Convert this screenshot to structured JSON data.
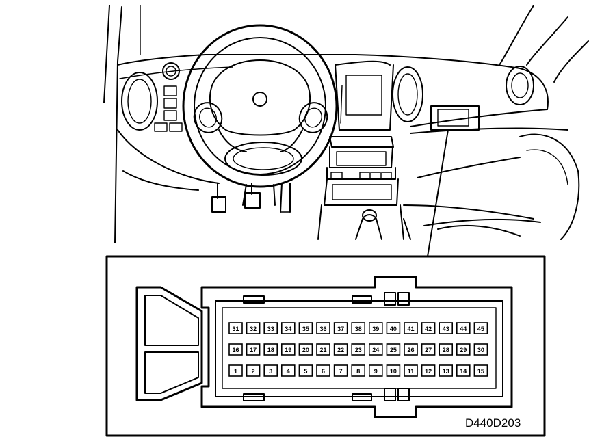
{
  "figure": {
    "code": "D440D203"
  },
  "connector": {
    "rows": [
      [
        "31",
        "32",
        "33",
        "34",
        "35",
        "36",
        "37",
        "38",
        "39",
        "40",
        "41",
        "42",
        "43",
        "44",
        "45"
      ],
      [
        "16",
        "17",
        "18",
        "19",
        "20",
        "21",
        "22",
        "23",
        "24",
        "25",
        "26",
        "27",
        "28",
        "29",
        "30"
      ],
      [
        "1",
        "2",
        "3",
        "4",
        "5",
        "6",
        "7",
        "8",
        "9",
        "10",
        "11",
        "12",
        "13",
        "14",
        "15"
      ]
    ]
  }
}
